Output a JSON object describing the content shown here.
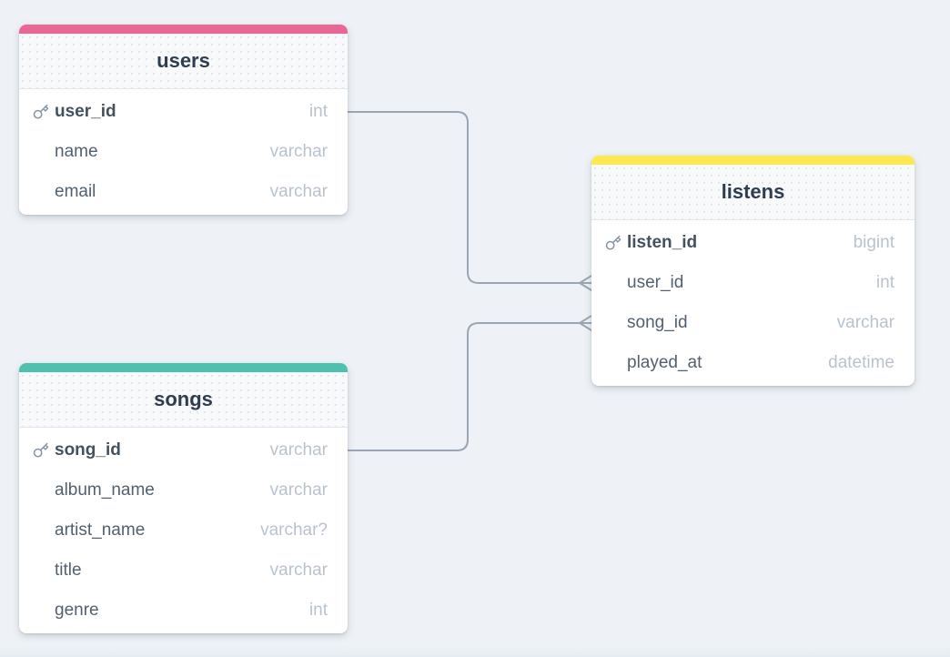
{
  "canvas": {
    "background_color": "#eef2f6",
    "connector_color": "#9ba6b2"
  },
  "tables": [
    {
      "name": "users",
      "accent_color": "#ec6695",
      "fields": [
        {
          "name": "user_id",
          "type": "int",
          "primary_key": true
        },
        {
          "name": "name",
          "type": "varchar",
          "primary_key": false
        },
        {
          "name": "email",
          "type": "varchar",
          "primary_key": false
        }
      ]
    },
    {
      "name": "listens",
      "accent_color": "#fce94d",
      "fields": [
        {
          "name": "listen_id",
          "type": "bigint",
          "primary_key": true
        },
        {
          "name": "user_id",
          "type": "int",
          "primary_key": false
        },
        {
          "name": "song_id",
          "type": "varchar",
          "primary_key": false
        },
        {
          "name": "played_at",
          "type": "datetime",
          "primary_key": false
        }
      ]
    },
    {
      "name": "songs",
      "accent_color": "#4ec0ae",
      "fields": [
        {
          "name": "song_id",
          "type": "varchar",
          "primary_key": true
        },
        {
          "name": "album_name",
          "type": "varchar",
          "primary_key": false
        },
        {
          "name": "artist_name",
          "type": "varchar?",
          "primary_key": false
        },
        {
          "name": "title",
          "type": "varchar",
          "primary_key": false
        },
        {
          "name": "genre",
          "type": "int",
          "primary_key": false
        }
      ]
    }
  ],
  "relationships": [
    {
      "from": "users.user_id",
      "to": "listens.user_id",
      "to_marker": "crows-foot-many"
    },
    {
      "from": "songs.song_id",
      "to": "listens.song_id",
      "to_marker": "crows-foot-many"
    }
  ]
}
